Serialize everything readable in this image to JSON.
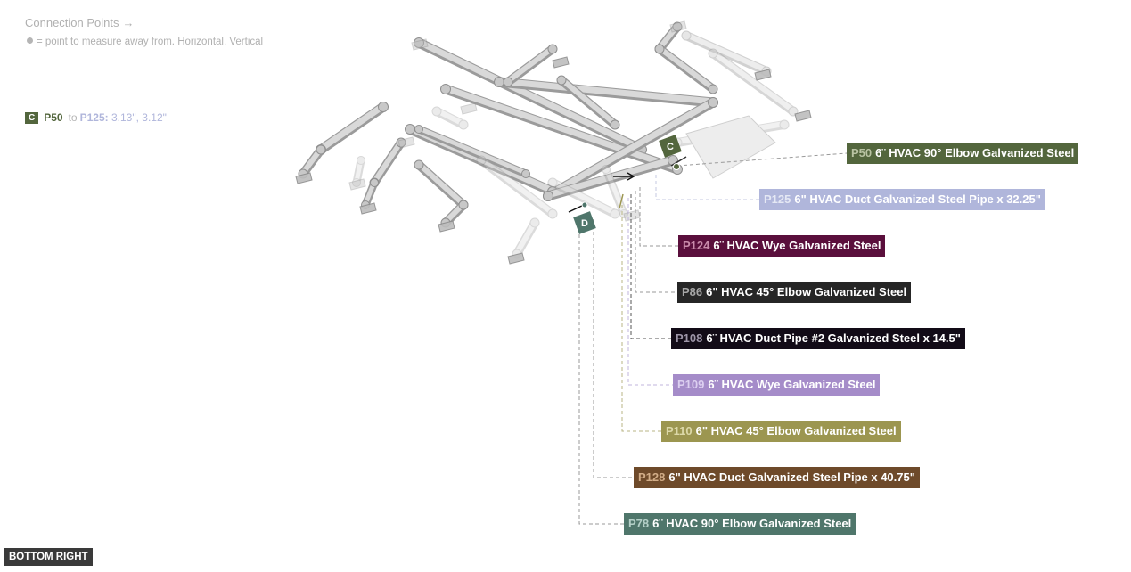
{
  "header": {
    "title": "Connection Points",
    "arrow": "→",
    "legend": "= point to measure away from. Horizontal, Vertical"
  },
  "connection": {
    "badge": "C",
    "from": "P50",
    "to_word": "to",
    "to": "P125:",
    "values": "3.13\", 3.12\""
  },
  "markers": [
    {
      "letter": "C",
      "color": "#53663d"
    },
    {
      "letter": "D",
      "color": "#4f766b"
    }
  ],
  "parts": [
    {
      "id": "P50",
      "text": "6¨ HVAC 90° Elbow Galvanized Steel",
      "bg": "#53663d",
      "pid_color": "#b9c3a3"
    },
    {
      "id": "P125",
      "text": "6\" HVAC Duct Galvanized Steel Pipe x 32.25\"",
      "bg": "#b0b6db",
      "pid_color": "#e5e8f4"
    },
    {
      "id": "P124",
      "text": "6¨ HVAC Wye Galvanized Steel",
      "bg": "#5a0f3c",
      "pid_color": "#c98bab"
    },
    {
      "id": "P86",
      "text": "6\" HVAC 45° Elbow Galvanized Steel",
      "bg": "#262626",
      "pid_color": "#a6a6a6"
    },
    {
      "id": "P108",
      "text": "6¨ HVAC Duct Pipe #2 Galvanized Steel x 14.5\"",
      "bg": "#120b17",
      "pid_color": "#9d95a8"
    },
    {
      "id": "P109",
      "text": "6¨ HVAC Wye Galvanized Steel",
      "bg": "#a58cc9",
      "pid_color": "#dccff0"
    },
    {
      "id": "P110",
      "text": "6\" HVAC 45° Elbow Galvanized Steel",
      "bg": "#9c9650",
      "pid_color": "#dcd8a8"
    },
    {
      "id": "P128",
      "text": "6\" HVAC Duct Galvanized Steel Pipe x 40.75\"",
      "bg": "#6e4a2a",
      "pid_color": "#d2ad88"
    },
    {
      "id": "P78",
      "text": "6¨ HVAC 90° Elbow Galvanized Steel",
      "bg": "#4f766b",
      "pid_color": "#b5d0c8"
    }
  ],
  "footer": {
    "position": "BOTTOM RIGHT"
  }
}
